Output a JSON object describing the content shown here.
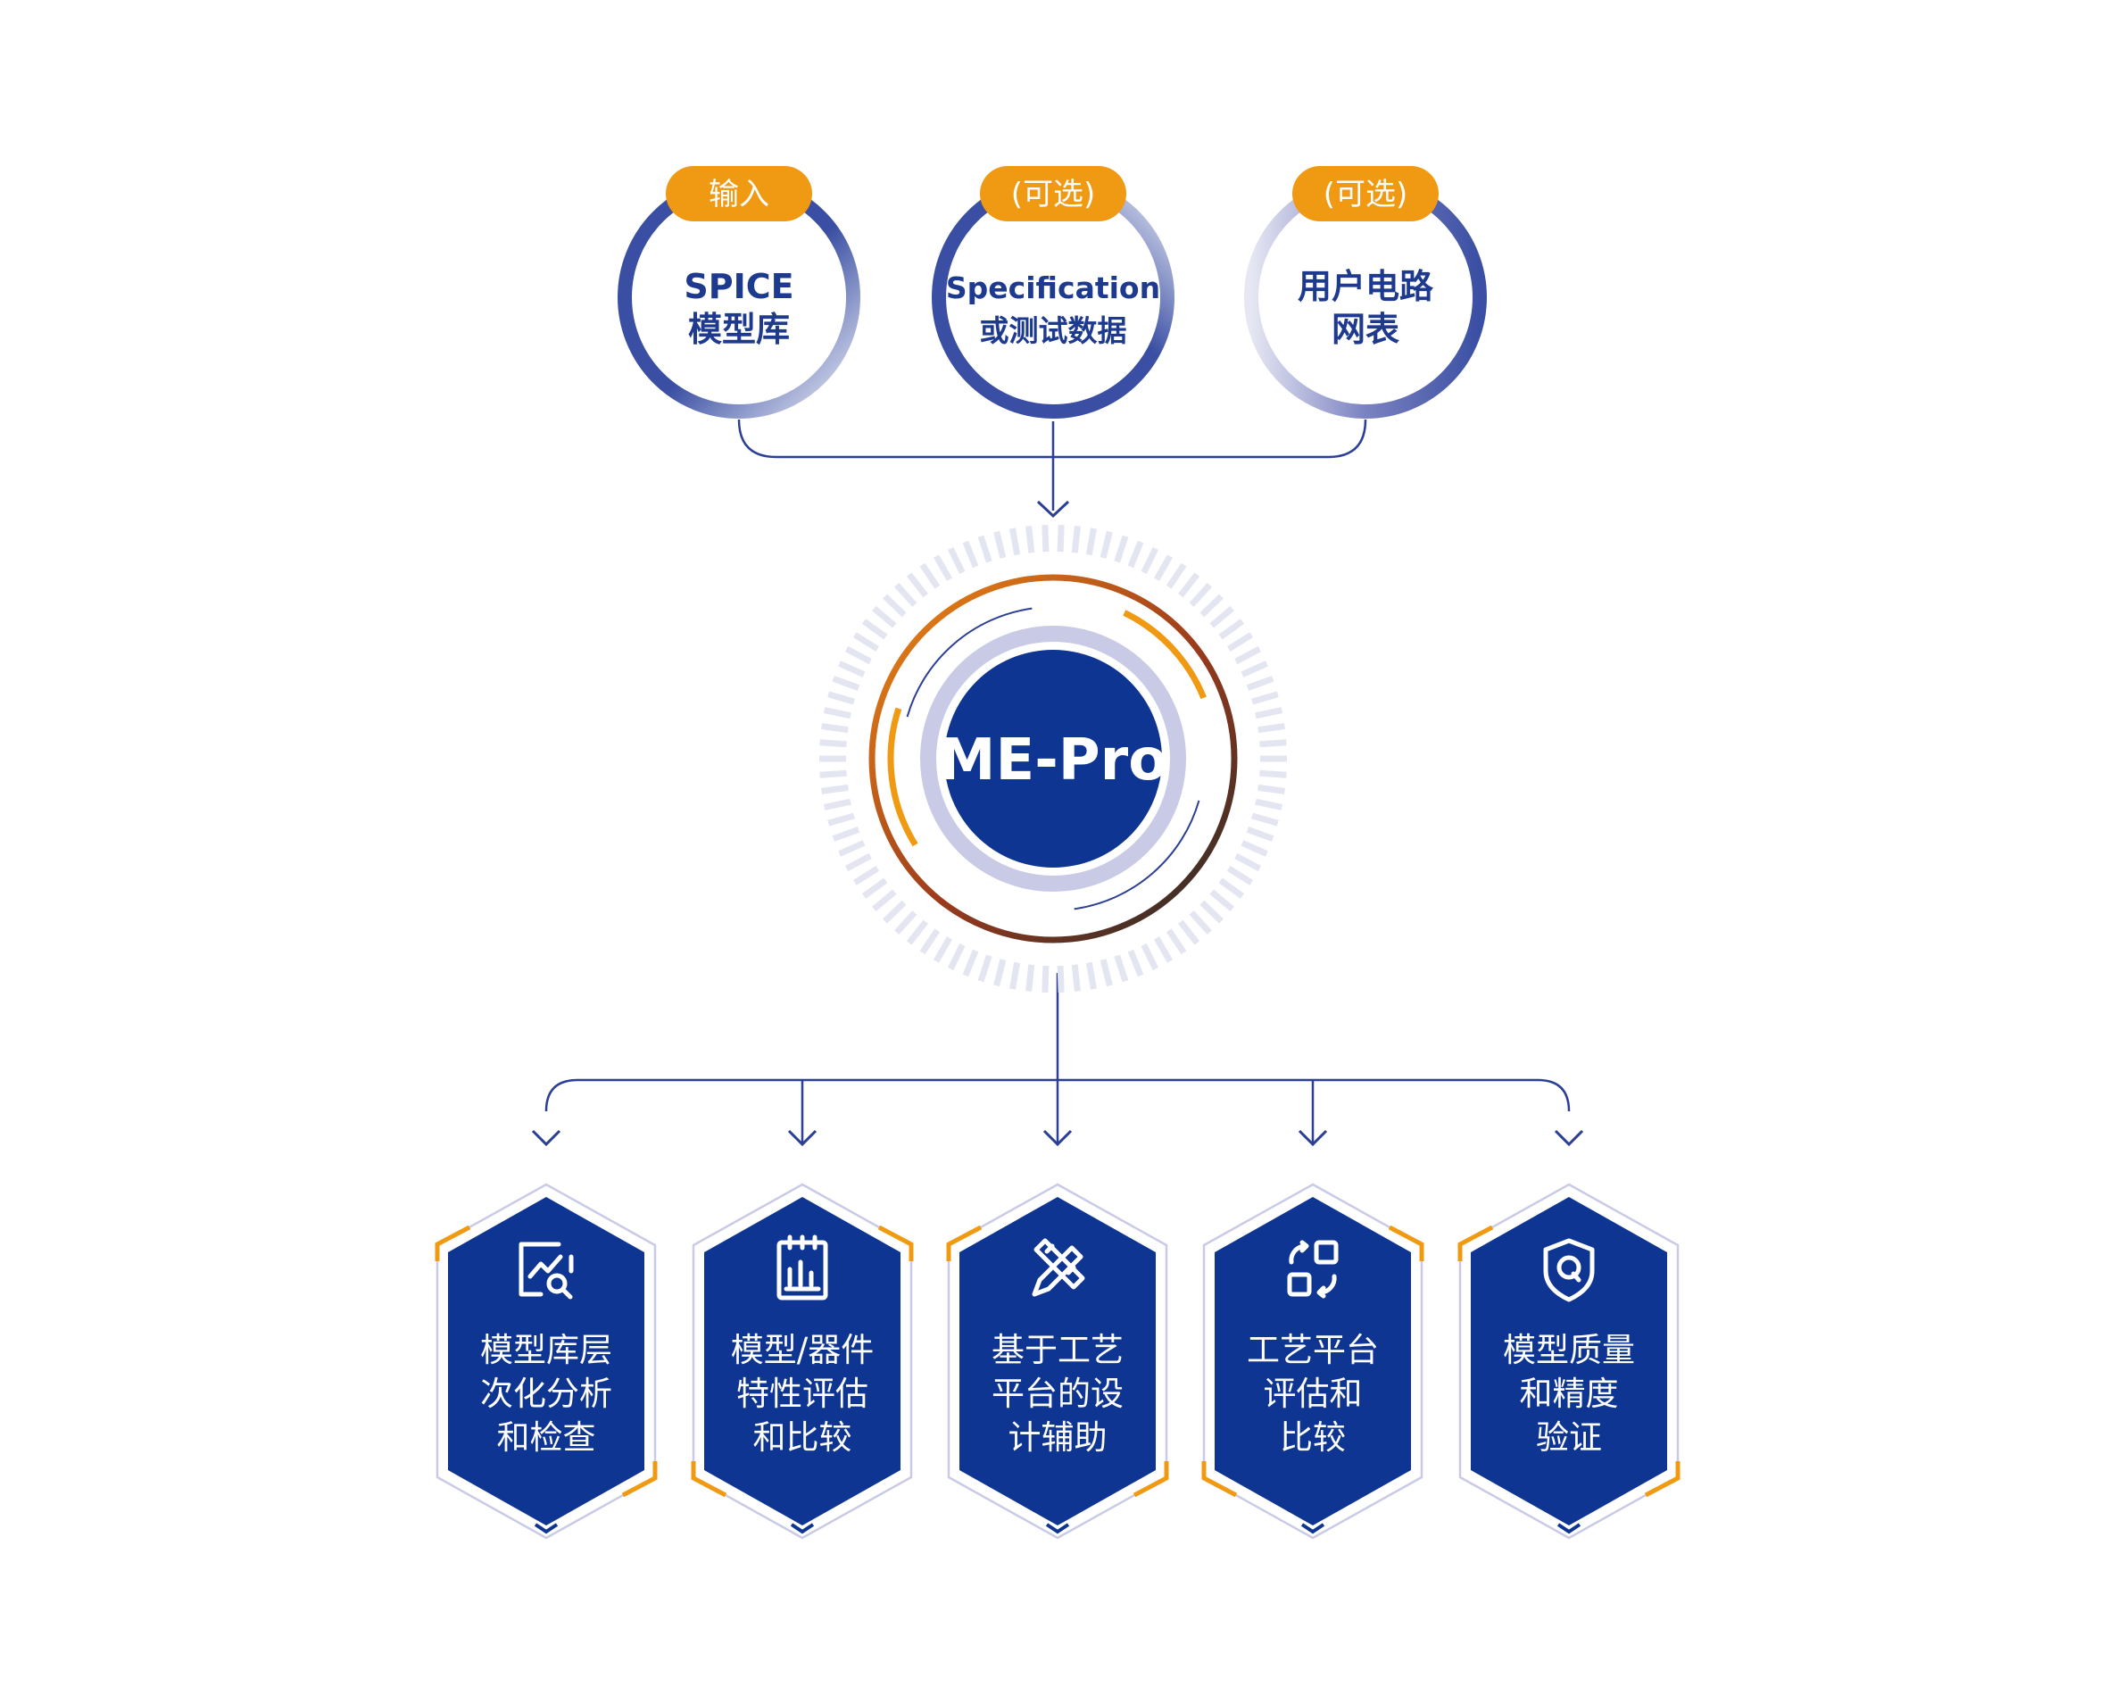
{
  "colors": {
    "navy": "#0e3592",
    "ring_dark": "#3a4fa3",
    "ring_light": "#c9cbe6",
    "orange": "#f09a14",
    "line": "#2c3f96",
    "halo": "#e3e5f1"
  },
  "inputs": [
    {
      "badge": "输入",
      "line1": "SPICE",
      "line2": "模型库"
    },
    {
      "badge": "(可选)",
      "line1": "Specification",
      "line2": "或测试数据"
    },
    {
      "badge": "(可选)",
      "line1": "用户电路",
      "line2": "网表"
    }
  ],
  "core": {
    "label": "ME-Pro"
  },
  "outputs": [
    {
      "icon": "chart-search-icon",
      "lines": [
        "模型库层",
        "次化分析",
        "和检查"
      ]
    },
    {
      "icon": "report-chart-icon",
      "lines": [
        "模型/器件",
        "特性评估",
        "和比较"
      ]
    },
    {
      "icon": "pencil-ruler-icon",
      "lines": [
        "基于工艺",
        "平台的设",
        "计辅助"
      ]
    },
    {
      "icon": "platform-compare-icon",
      "lines": [
        "工艺平台",
        "评估和",
        "比较"
      ]
    },
    {
      "icon": "shield-quality-icon",
      "lines": [
        "模型质量",
        "和精度",
        "验证"
      ]
    }
  ]
}
